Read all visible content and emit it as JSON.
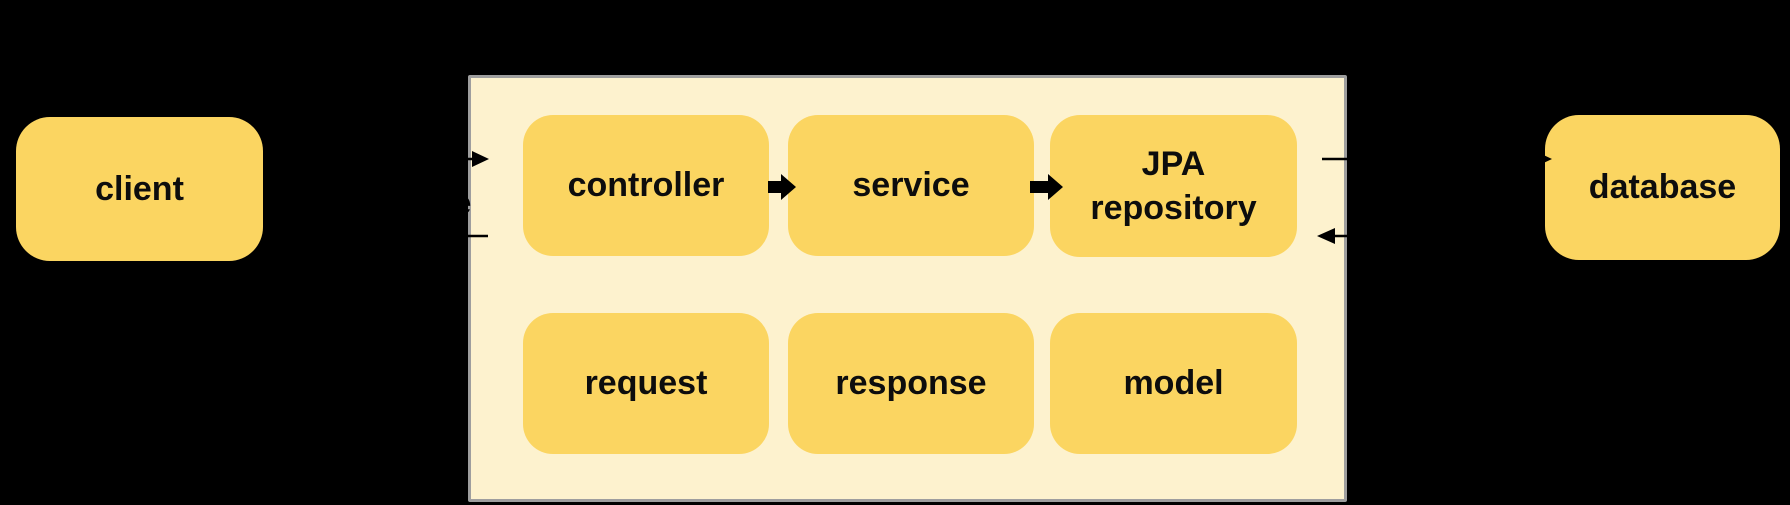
{
  "diagram": {
    "nodes": {
      "client": {
        "label": "client"
      },
      "controller": {
        "label": "controller"
      },
      "service": {
        "label": "service"
      },
      "jpa_repository": {
        "line1": "JPA",
        "line2": "repository"
      },
      "request": {
        "label": "request"
      },
      "response": {
        "label": "response"
      },
      "model": {
        "label": "model"
      },
      "database": {
        "label": "database"
      }
    },
    "fragments": {
      "clipped_label_e": "e"
    },
    "edges": [
      {
        "from": "client",
        "to": "controller",
        "direction": "right",
        "style": "thin"
      },
      {
        "from": "controller",
        "to": "client",
        "direction": "left",
        "style": "thin"
      },
      {
        "from": "controller",
        "to": "service",
        "direction": "right",
        "style": "bold"
      },
      {
        "from": "service",
        "to": "jpa_repository",
        "direction": "right",
        "style": "bold"
      },
      {
        "from": "jpa_repository",
        "to": "database",
        "direction": "right",
        "style": "thin"
      },
      {
        "from": "database",
        "to": "jpa_repository",
        "direction": "left",
        "style": "thin"
      }
    ],
    "colors": {
      "background": "#000000",
      "node_fill": "#FBD561",
      "container_fill": "#FDF2CE",
      "container_border": "#9E9E9E",
      "text": "#0D0D0D",
      "arrow": "#000000"
    }
  }
}
